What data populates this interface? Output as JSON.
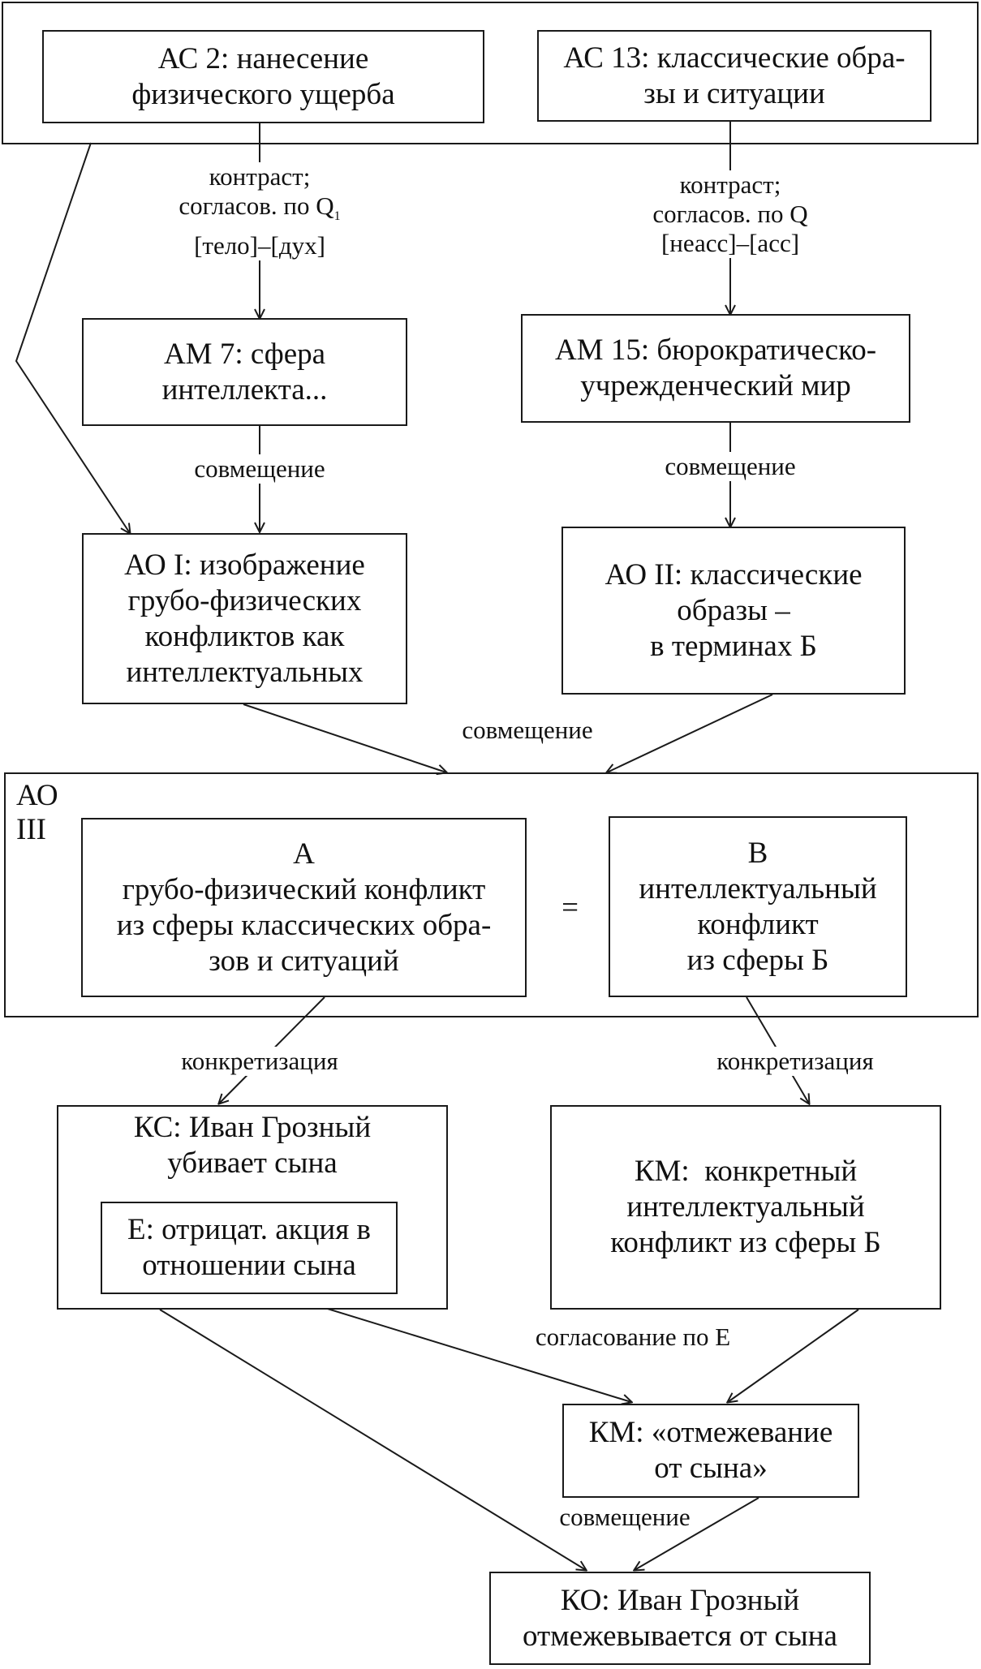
{
  "nodes": {
    "ac2": [
      "АС 2: нанесение",
      "физического ущерба"
    ],
    "ac13": [
      "АС 13: классические обра-",
      "зы и ситуации"
    ],
    "am7": [
      "АМ 7: сфера",
      "интеллекта..."
    ],
    "am15": [
      "АМ 15: бюрократическо-",
      "учрежденческий мир"
    ],
    "ao1": [
      "АО I: изображение",
      "грубо-физических",
      "конфликтов как",
      "интеллектуальных"
    ],
    "ao2": [
      "АО II: классические",
      "образы –",
      "в терминах Б"
    ],
    "ao3_label": [
      "АО",
      "III"
    ],
    "a": [
      "А",
      "грубо-физический конфликт",
      "из сферы классических обра-",
      "зов и ситуаций"
    ],
    "equals": "=",
    "b": [
      "В",
      "интеллектуальный",
      "конфликт",
      "из сферы Б"
    ],
    "ks": [
      "КС: Иван Грозный",
      "убивает сына"
    ],
    "e": [
      "Е: отрицат. акция в",
      "отношении сына"
    ],
    "km1": [
      "КМ:  конкретный",
      "интеллектуальный",
      "конфликт из сферы Б"
    ],
    "km2": [
      "КМ: «отмежевание",
      "от сына»"
    ],
    "ko": [
      "КО: Иван Грозный",
      "отмежевывается от сына"
    ]
  },
  "edge_labels": {
    "left_contrast": [
      "контраст;",
      "согласов. по Q",
      "[тело]–[дух]"
    ],
    "left_contrast_subscript": "1",
    "right_contrast": [
      "контраст;",
      "согласов. по Q",
      "[неасс]–[асс]"
    ],
    "left_merge": "совмещение",
    "right_merge": "совмещение",
    "center_merge": "совмещение",
    "left_concretization": "конкретизация",
    "right_concretization": "конкретизация",
    "agreement": "согласование по Е",
    "bottom_merge": "совмещение"
  }
}
